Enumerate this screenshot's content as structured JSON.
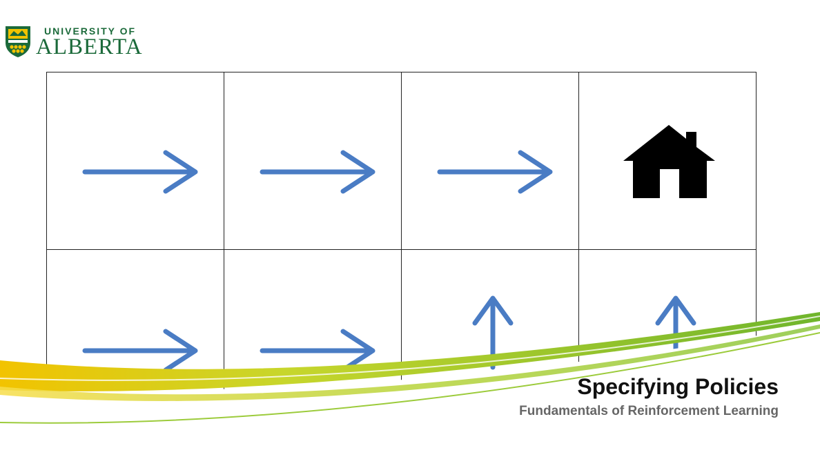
{
  "logo": {
    "line1": "UNIVERSITY OF",
    "line2": "ALBERTA",
    "brand_green": "#1b6a3a",
    "brand_gold": "#f2c300"
  },
  "grid": {
    "rows": 2,
    "cols": 4,
    "cells": [
      [
        "arrow-right",
        "arrow-right",
        "arrow-right",
        "house-icon"
      ],
      [
        "arrow-right",
        "arrow-right",
        "arrow-up",
        "arrow-up"
      ]
    ],
    "arrow_color": "#4a7cc4",
    "house_color": "#000000"
  },
  "footer": {
    "title": "Specifying Policies",
    "subtitle": "Fundamentals of Reinforcement Learning",
    "swoosh_colors": [
      "#f2c300",
      "#9ccb3b",
      "#6fb52c"
    ]
  }
}
